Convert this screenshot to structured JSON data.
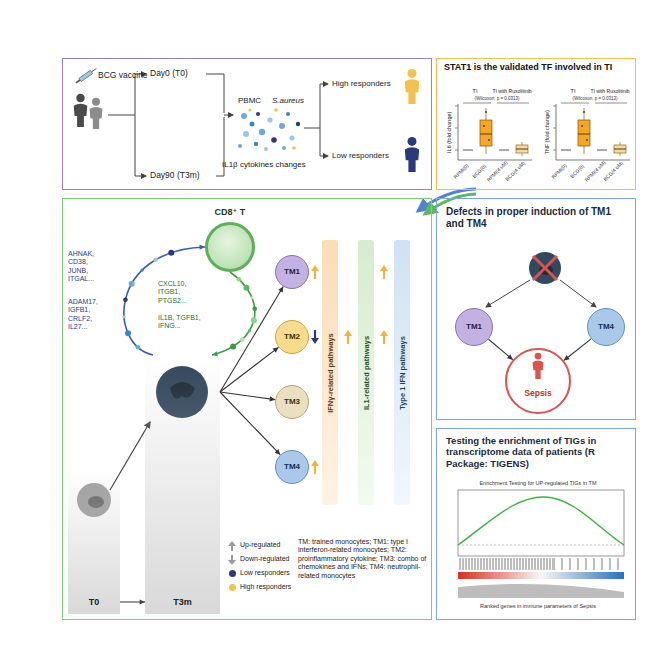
{
  "diagram": {
    "nodes": [
      {
        "text": [
          "BCG vaccine",
          "Day0 (T0)",
          "Day90 (T3m)",
          "PBMC",
          "S.aureus",
          "IL1β cytokines changes",
          "High responders",
          "Low responders"
        ]
      },
      {
        "text": [
          "STAT1 is the validated TF involved in TI"
        ]
      },
      {
        "text": [
          "TM: trained monocytes; TM1: type I interferon-related monocytes; TM2: proinflammatory cytokine; TM3: combo of chemokines and IFNs; TM4: neutrophil-related monocytes"
        ]
      },
      {
        "text": [
          "T0"
        ],
        "in": 2
      },
      {
        "text": [
          "T3m"
        ],
        "in": 2
      },
      {
        "text": [
          "CD8⁺ T"
        ],
        "in": 2
      },
      {
        "text": [
          "TM1"
        ],
        "in": 2
      },
      {
        "text": [
          "TM2"
        ],
        "in": 2
      },
      {
        "text": [
          "TM3"
        ],
        "in": 2
      },
      {
        "text": [
          "TM4"
        ],
        "in": 2
      },
      {
        "text": [
          "IFNγ-related pathways"
        ],
        "in": 2
      },
      {
        "text": [
          "IL1-related pathways"
        ],
        "in": 2
      },
      {
        "text": [
          "Type 1 IFN pathways"
        ],
        "in": 2
      },
      {
        "text": [
          "Defects in proper induction of TM1 and TM4"
        ]
      },
      {
        "text": [
          "TM1"
        ],
        "in": 13
      },
      {
        "text": [
          "TM4"
        ],
        "in": 13
      },
      {
        "text": [
          "Sepsis"
        ],
        "in": 13
      },
      {
        "text": [
          "Testing the enrichment of TIGs in transcriptome data of patients (R Package: TIGENS)"
        ]
      }
    ],
    "edges": [
      {
        "from": 3,
        "to": 4,
        "arrow": "to"
      },
      {
        "from": 4,
        "to": 5,
        "arrow": "to"
      },
      {
        "from": 5,
        "to": 4,
        "arrow": "to"
      },
      {
        "from": 4,
        "to": 6,
        "arrow": "to"
      },
      {
        "from": 4,
        "to": 7,
        "arrow": "to"
      },
      {
        "from": 4,
        "to": 8,
        "arrow": "to"
      },
      {
        "from": 4,
        "to": 9,
        "arrow": "to"
      },
      {
        "from": 14,
        "to": 16,
        "arrow": "to"
      },
      {
        "from": 15,
        "to": 16,
        "arrow": "to"
      }
    ],
    "labels": [
      "AHNAK, CD38, JUNB, ITGAL...",
      "ADAM17, IGFB1, CRLF2, IL27...",
      "CXCL10, ITGB1, PTGS2...",
      "IL1B, TGFB1, IFNG...",
      "TI",
      "TI with Ruxolitinib",
      "(Wilcoxon, p = 0.0313)",
      "IL6 (fold change)",
      "RPMI(0)",
      "BCG(0)",
      "RPMI(4 uM)",
      "BCG(4 uM)",
      "TI",
      "TI with Ruxolitinib",
      "(Wilcoxon, p = 0.0313)",
      "TNF (fold change)",
      "RPMI(0)",
      "BCG(0)",
      "RPMI(4 uM)",
      "BCG(4 uM)",
      "Enrichment Testing for UP-regulated TIGs in TM",
      "Ranked genes in immune parameters of Sepsis"
    ],
    "legend": [
      {
        "text": "Up-regulated"
      },
      {
        "text": "Down-regulated"
      },
      {
        "text": "Low responders",
        "color": "#2b3a7a"
      },
      {
        "text": "High responders",
        "color": "#f2c14e"
      }
    ]
  }
}
